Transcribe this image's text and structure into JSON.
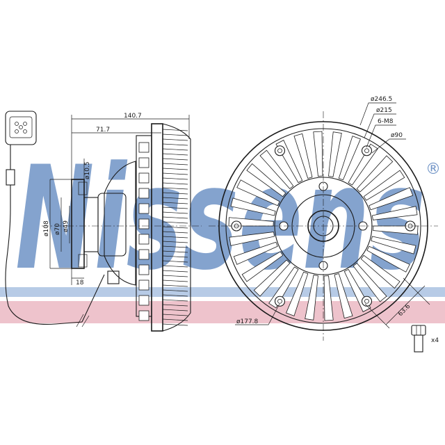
{
  "watermark": {
    "text": "Nissens",
    "registered": "®",
    "color": "#6f93c6",
    "stripe_blue": "#b7cbe6",
    "stripe_red": "#eec3cc"
  },
  "side_view": {
    "dims": {
      "overall_length": "140.7",
      "hub_length": "71.7",
      "hole_dia": "ø10.5",
      "flange_dia": "ø108",
      "pilot_70": "ø70",
      "pilot_49": "ø49",
      "flange_thk": "18"
    }
  },
  "front_view": {
    "dims": {
      "outer_dia": "ø246.5",
      "bolt_circle": "ø215",
      "thread": "6-M8",
      "hub_dia": "ø90",
      "pcd": "ø177.8",
      "slot_width": "63.6"
    },
    "blade_count": 30,
    "bolt_count": 6,
    "inner_bolt_count": 4
  },
  "accessory": {
    "qty_label": "x4"
  },
  "colors": {
    "ink": "#1a1a1a"
  }
}
